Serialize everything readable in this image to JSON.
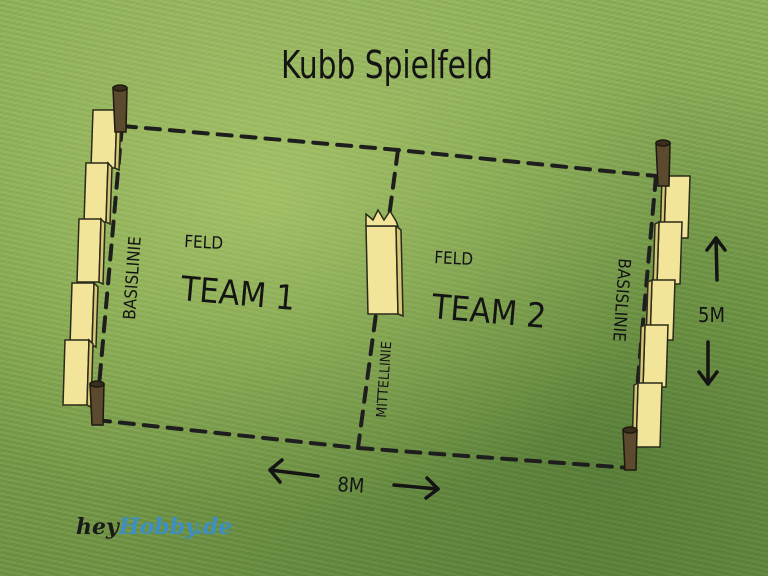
{
  "title": "Kubb Spielfeld",
  "team1": {
    "feld": "FELD",
    "name": "TEAM 1"
  },
  "team2": {
    "feld": "FELD",
    "name": "TEAM 2"
  },
  "basislinie_left": "BASISLINIE",
  "basislinie_right": "BASISLINIE",
  "mittellinie": "MITTELLINIE",
  "width_label": "8M",
  "depth_label": "5M",
  "brand": {
    "part1": "hey",
    "part2": "Hobby.de"
  },
  "colors": {
    "grass": "#7fa24e",
    "wood": "#f2e59a",
    "stake": "#5b4a2e",
    "line": "#1e1e1e",
    "brand_blue": "#3b8fc4"
  }
}
